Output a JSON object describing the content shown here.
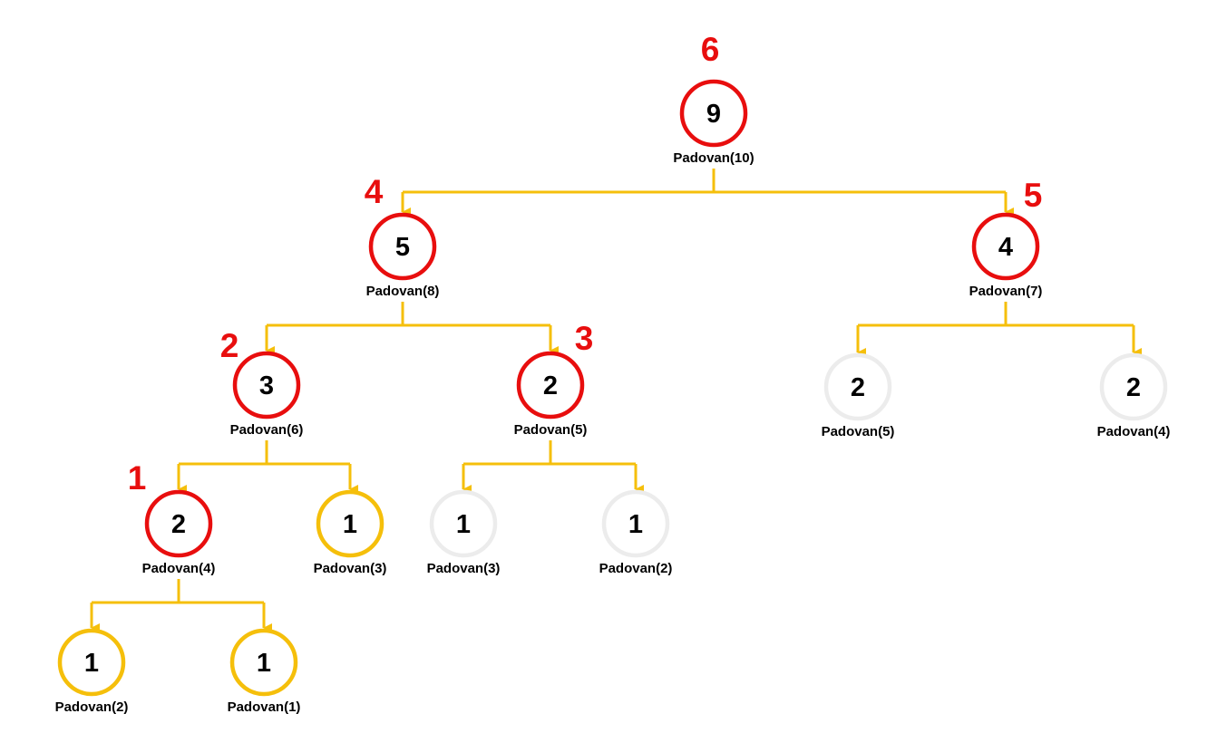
{
  "colors": {
    "visited": "#e80e0e",
    "leaf": "#f5bf0b",
    "pending": "#ececec",
    "edge": "#f5bf0b",
    "order": "#e80e0e"
  },
  "nodes": [
    {
      "id": "n10",
      "value": "9",
      "label": "Padovan(10)",
      "state": "visited",
      "order": "6"
    },
    {
      "id": "n8",
      "value": "5",
      "label": "Padovan(8)",
      "state": "visited",
      "order": "4"
    },
    {
      "id": "n7",
      "value": "4",
      "label": "Padovan(7)",
      "state": "visited",
      "order": "5"
    },
    {
      "id": "n6",
      "value": "3",
      "label": "Padovan(6)",
      "state": "visited",
      "order": "2"
    },
    {
      "id": "n5a",
      "value": "2",
      "label": "Padovan(5)",
      "state": "visited",
      "order": "3"
    },
    {
      "id": "n5b",
      "value": "2",
      "label": "Padovan(5)",
      "state": "pending",
      "order": ""
    },
    {
      "id": "n4b",
      "value": "2",
      "label": "Padovan(4)",
      "state": "pending",
      "order": ""
    },
    {
      "id": "n4a",
      "value": "2",
      "label": "Padovan(4)",
      "state": "visited",
      "order": "1"
    },
    {
      "id": "n3a",
      "value": "1",
      "label": "Padovan(3)",
      "state": "leaf",
      "order": ""
    },
    {
      "id": "n3b",
      "value": "1",
      "label": "Padovan(3)",
      "state": "pending",
      "order": ""
    },
    {
      "id": "n2b",
      "value": "1",
      "label": "Padovan(2)",
      "state": "pending",
      "order": ""
    },
    {
      "id": "n2a",
      "value": "1",
      "label": "Padovan(2)",
      "state": "leaf",
      "order": ""
    },
    {
      "id": "n1a",
      "value": "1",
      "label": "Padovan(1)",
      "state": "leaf",
      "order": ""
    }
  ],
  "edges": [
    {
      "from": "n10",
      "to": [
        "n8",
        "n7"
      ]
    },
    {
      "from": "n8",
      "to": [
        "n6",
        "n5a"
      ]
    },
    {
      "from": "n7",
      "to": [
        "n5b",
        "n4b"
      ]
    },
    {
      "from": "n6",
      "to": [
        "n4a",
        "n3a"
      ]
    },
    {
      "from": "n5a",
      "to": [
        "n3b",
        "n2b"
      ]
    },
    {
      "from": "n4a",
      "to": [
        "n2a",
        "n1a"
      ]
    }
  ]
}
